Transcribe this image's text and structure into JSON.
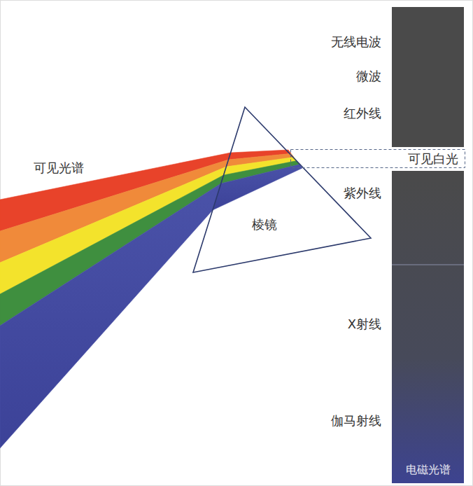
{
  "diagram": {
    "nodes": [
      {
        "text": [
          "棱镜"
        ]
      },
      {
        "text": [
          "可见白光"
        ]
      },
      {
        "text": [
          "电磁光谱"
        ]
      }
    ],
    "labels": [
      "可见光谱",
      "无线电波",
      "微波",
      "红外线",
      "紫外线",
      "X射线",
      "伽马射线"
    ]
  }
}
